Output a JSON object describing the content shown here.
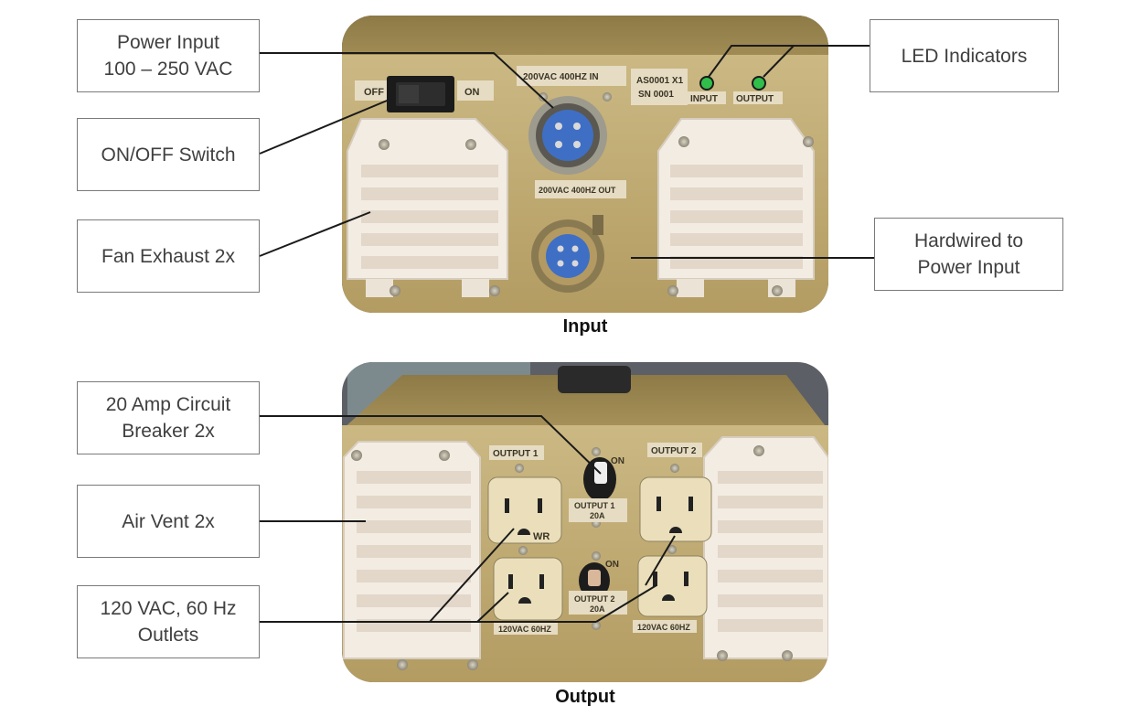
{
  "panels": {
    "input": {
      "caption": "Input",
      "labels": {
        "connector_in": "200VAC 400HZ IN",
        "connector_out": "200VAC 400HZ OUT",
        "model": "AS0001 X1",
        "serial": "SN 0001",
        "switch_off": "OFF",
        "switch_on": "ON",
        "led_input": "INPUT",
        "led_output": "OUTPUT"
      }
    },
    "output": {
      "caption": "Output",
      "labels": {
        "output1": "OUTPUT 1",
        "output2": "OUTPUT 2",
        "breaker1": "OUTPUT 1",
        "breaker1_amp": "20A",
        "breaker2": "OUTPUT 2",
        "breaker2_amp": "20A",
        "on1": "ON",
        "on2": "ON",
        "volt_left": "120VAC 60HZ",
        "volt_right": "120VAC 60HZ",
        "wr": "WR"
      }
    }
  },
  "callouts": {
    "power_input": "Power Input\n100 – 250 VAC",
    "on_off_switch": "ON/OFF Switch",
    "fan_exhaust": "Fan Exhaust 2x",
    "led_indicators": "LED Indicators",
    "hardwired": "Hardwired to\nPower Input",
    "circuit_breaker": "20 Amp Circuit\nBreaker 2x",
    "air_vent": "Air Vent 2x",
    "outlets": "120 VAC, 60 Hz\nOutlets"
  },
  "colors": {
    "panel_face": "#c6b27a",
    "vent": "#f3ece3",
    "led": "#2fbf4a",
    "connector_blue": "#3f6fc4",
    "outlet": "#eadfba"
  }
}
